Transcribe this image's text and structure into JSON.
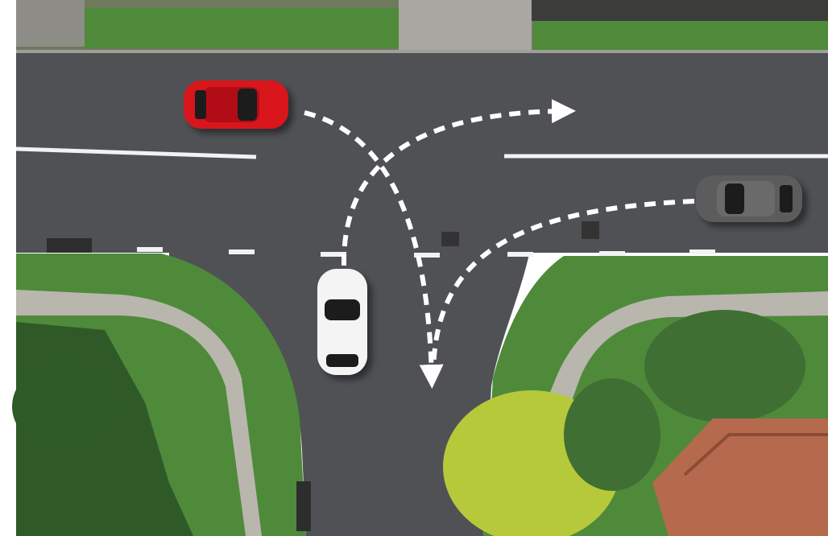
{
  "scene": {
    "subject": "aerial-view-t-intersection",
    "cars": [
      {
        "id": "red-car",
        "color": "#d9141e",
        "heading": "east"
      },
      {
        "id": "gray-car",
        "color": "#5b5b5b",
        "heading": "west"
      },
      {
        "id": "white-car",
        "color": "#f4f4f4",
        "heading": "north"
      }
    ],
    "paths": [
      {
        "id": "red-car-path",
        "turn": "right",
        "to": "south"
      },
      {
        "id": "white-car-path",
        "turn": "right",
        "to": "east"
      },
      {
        "id": "gray-car-path",
        "turn": "left",
        "to": "south"
      }
    ],
    "colors": {
      "asphalt": "#4f5155",
      "grass": "#4e8a3a",
      "sidewalk": "#b9b6ad",
      "lane-marking": "#f2f2f2",
      "arrow": "#ffffff",
      "roof": "#b56a4d",
      "tree": "#3f6f32",
      "yellow-tree": "#b6c93a"
    }
  }
}
